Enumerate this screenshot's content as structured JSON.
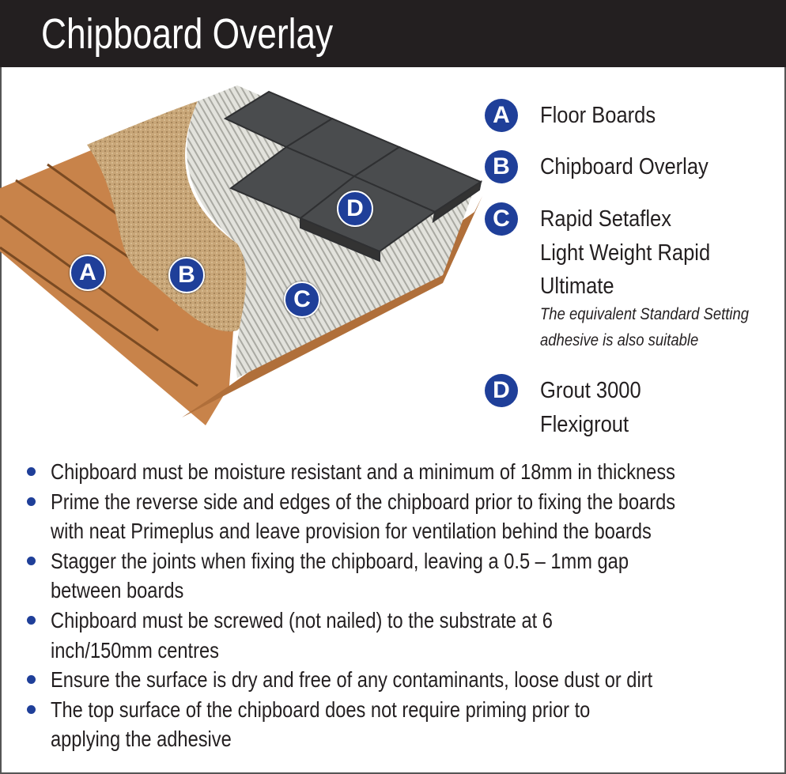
{
  "header": {
    "title": "Chipboard Overlay"
  },
  "colors": {
    "accent_blue": "#1f3f99",
    "header_bg": "#231f20",
    "wood": "#c8834a",
    "chipboard": "#c9a77a",
    "adhesive": "#dcdcd6",
    "tile": "#4a4c4e"
  },
  "diagram_labels": [
    "A",
    "B",
    "C",
    "D"
  ],
  "legend": [
    {
      "letter": "A",
      "lines": [
        "Floor Boards"
      ]
    },
    {
      "letter": "B",
      "lines": [
        "Chipboard Overlay"
      ]
    },
    {
      "letter": "C",
      "lines": [
        "Rapid Setaflex",
        "Light Weight Rapid",
        "Ultimate"
      ],
      "note": [
        "The equivalent Standard Setting",
        "adhesive is also suitable"
      ]
    },
    {
      "letter": "D",
      "lines": [
        "Grout 3000",
        "Flexigrout"
      ]
    }
  ],
  "bullets": [
    {
      "lines": [
        "Chipboard must be moisture resistant and a minimum of 18mm in thickness"
      ]
    },
    {
      "lines": [
        "Prime the reverse side and edges of the chipboard prior to fixing the boards",
        "with neat Primeplus and leave provision for ventilation behind the boards"
      ]
    },
    {
      "lines": [
        "Stagger the joints when fixing the chipboard, leaving a 0.5 – 1mm gap",
        "between boards"
      ]
    },
    {
      "lines": [
        "Chipboard must be screwed (not nailed) to the substrate at 6",
        "inch/150mm centres"
      ]
    },
    {
      "lines": [
        "Ensure the surface is dry and free of any contaminants, loose dust or dirt"
      ]
    },
    {
      "lines": [
        "The top surface of the chipboard does not require priming prior to",
        "applying the adhesive"
      ]
    }
  ]
}
